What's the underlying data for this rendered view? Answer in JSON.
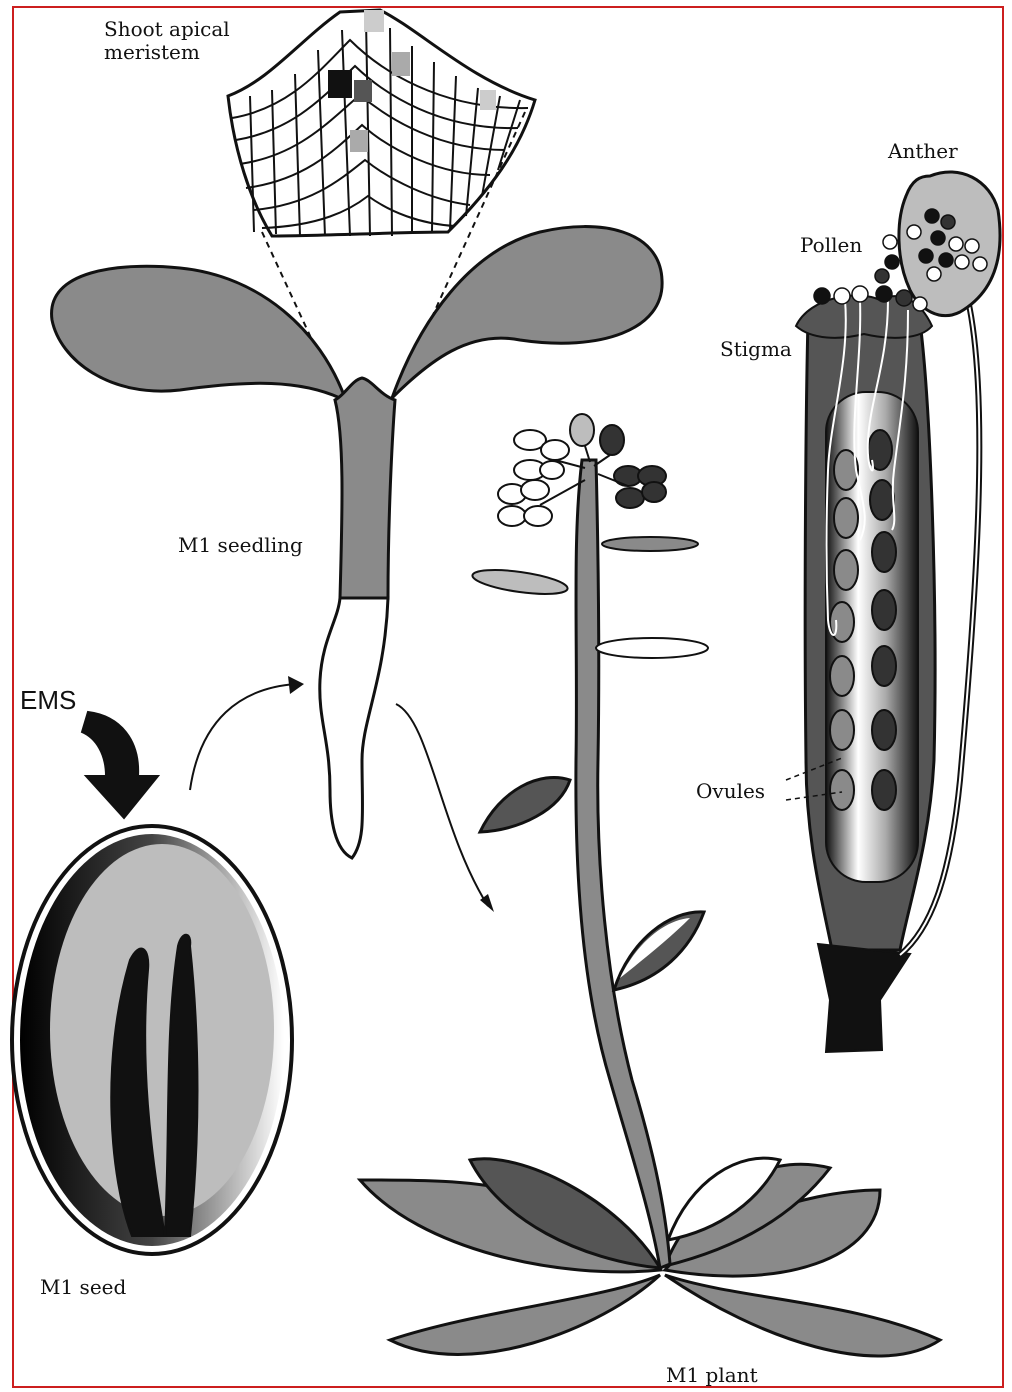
{
  "labels": {
    "shoot_apical_meristem": "Shoot apical meristem",
    "anther": "Anther",
    "pollen": "Pollen",
    "stigma": "Stigma",
    "m1_seedling": "M1 seedling",
    "ems": "EMS",
    "ovules": "Ovules",
    "m1_seed": "M1 seed",
    "m1_plant": "M1 plant"
  },
  "colors": {
    "frame": "#cc1f1f",
    "light_gray": "#bdbdbd",
    "mid_gray": "#8a8a8a",
    "dark_gray": "#555555",
    "black": "#111111",
    "white": "#ffffff"
  }
}
